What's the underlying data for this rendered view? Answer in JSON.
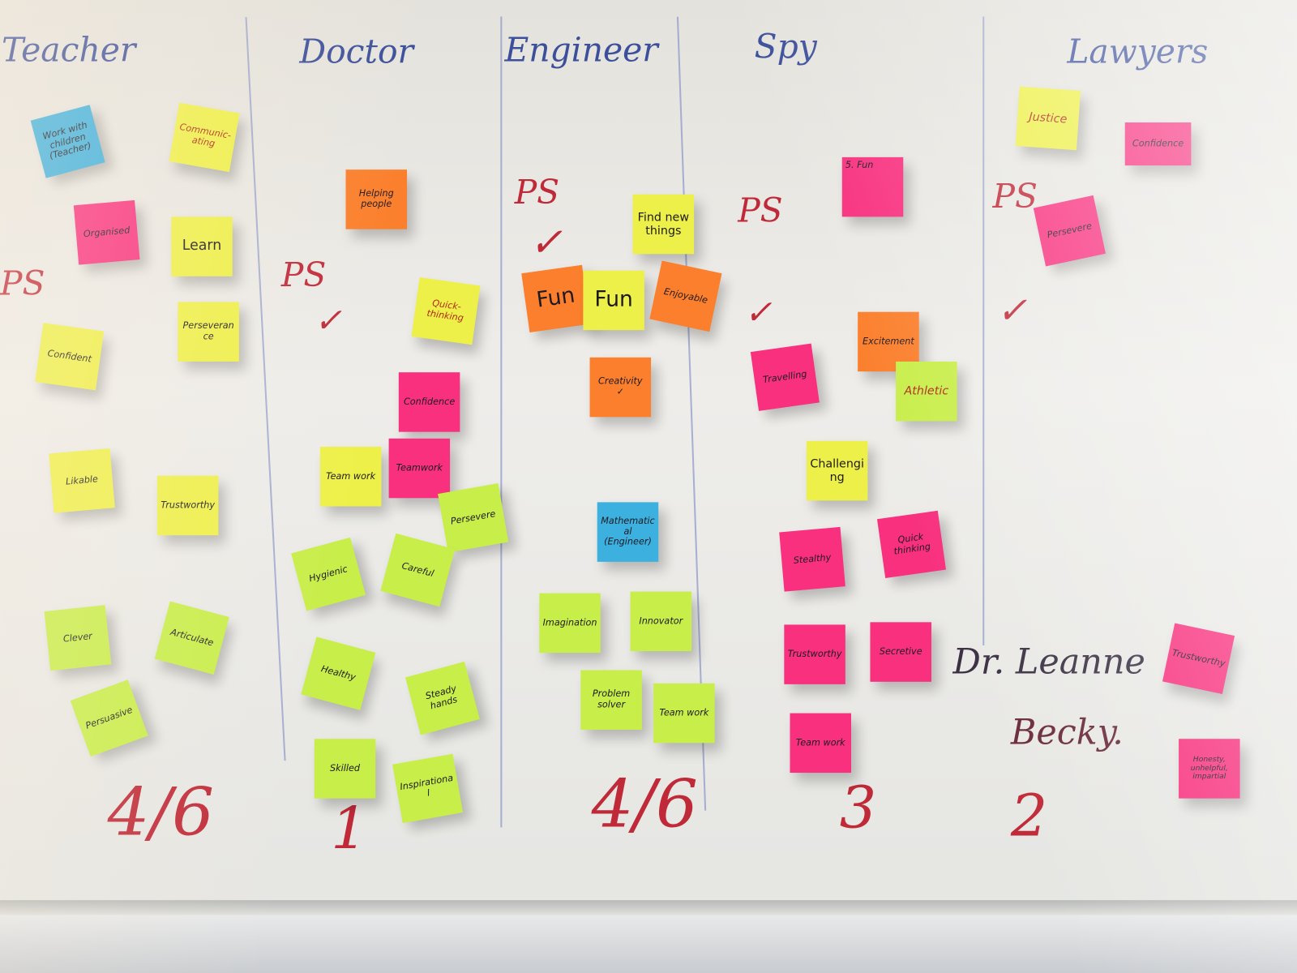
{
  "headers": [
    "Teacher",
    "Doctor",
    "Engineer",
    "Spy",
    "Lawyers"
  ],
  "marks": {
    "ps": "PS",
    "check": "✓",
    "teacher_score": "4/6",
    "doctor_score": "1",
    "engineer_score": "4/6",
    "spy_score": "3",
    "lawyers_score": "2"
  },
  "names": {
    "leanne": "Dr. Leanne",
    "becky": "Becky."
  },
  "notes": [
    {
      "text": "Work with children (Teacher)",
      "color": "blue"
    },
    {
      "text": "Communic-ating",
      "color": "yellow"
    },
    {
      "text": "Organised",
      "color": "pink"
    },
    {
      "text": "Learn",
      "color": "yellow"
    },
    {
      "text": "Perseverance",
      "color": "yellow"
    },
    {
      "text": "Confident",
      "color": "yellow"
    },
    {
      "text": "Likable",
      "color": "yellow"
    },
    {
      "text": "Trustworthy",
      "color": "yellow"
    },
    {
      "text": "Clever",
      "color": "green"
    },
    {
      "text": "Articulate",
      "color": "green"
    },
    {
      "text": "Persuasive",
      "color": "green"
    },
    {
      "text": "Helping people",
      "color": "orange"
    },
    {
      "text": "Quick-thinking",
      "color": "yellow"
    },
    {
      "text": "Confidence",
      "color": "pink"
    },
    {
      "text": "Team work",
      "color": "yellow"
    },
    {
      "text": "Teamwork",
      "color": "pink"
    },
    {
      "text": "Persevere",
      "color": "green"
    },
    {
      "text": "Hygienic",
      "color": "green"
    },
    {
      "text": "Careful",
      "color": "green"
    },
    {
      "text": "Healthy",
      "color": "green"
    },
    {
      "text": "Steady hands",
      "color": "green"
    },
    {
      "text": "Skilled",
      "color": "green"
    },
    {
      "text": "Inspirational",
      "color": "green"
    },
    {
      "text": "Find new things",
      "color": "yellow"
    },
    {
      "text": "Fun",
      "color": "orange"
    },
    {
      "text": "Fun",
      "color": "yellow"
    },
    {
      "text": "Enjoyable",
      "color": "orange"
    },
    {
      "text": "Creativity ✓",
      "color": "orange"
    },
    {
      "text": "Mathematical (Engineer)",
      "color": "blue"
    },
    {
      "text": "Imagination",
      "color": "green"
    },
    {
      "text": "Innovator",
      "color": "green"
    },
    {
      "text": "Problem solver",
      "color": "green"
    },
    {
      "text": "Team work",
      "color": "green"
    },
    {
      "text": "5. Fun",
      "color": "pink"
    },
    {
      "text": "Excitement",
      "color": "orange"
    },
    {
      "text": "Athletic",
      "color": "green"
    },
    {
      "text": "Travelling",
      "color": "pink"
    },
    {
      "text": "Challenging",
      "color": "yellow"
    },
    {
      "text": "Stealthy",
      "color": "pink"
    },
    {
      "text": "Quick thinking",
      "color": "pink"
    },
    {
      "text": "Trustworthy",
      "color": "pink"
    },
    {
      "text": "Secretive",
      "color": "pink"
    },
    {
      "text": "Team work",
      "color": "pink"
    },
    {
      "text": "Justice",
      "color": "yellow"
    },
    {
      "text": "Confidence",
      "color": "pink"
    },
    {
      "text": "Persevere",
      "color": "pink"
    },
    {
      "text": "Trustworthy",
      "color": "pink"
    },
    {
      "text": "Honesty, unhelpful, impartial",
      "color": "pink"
    }
  ]
}
